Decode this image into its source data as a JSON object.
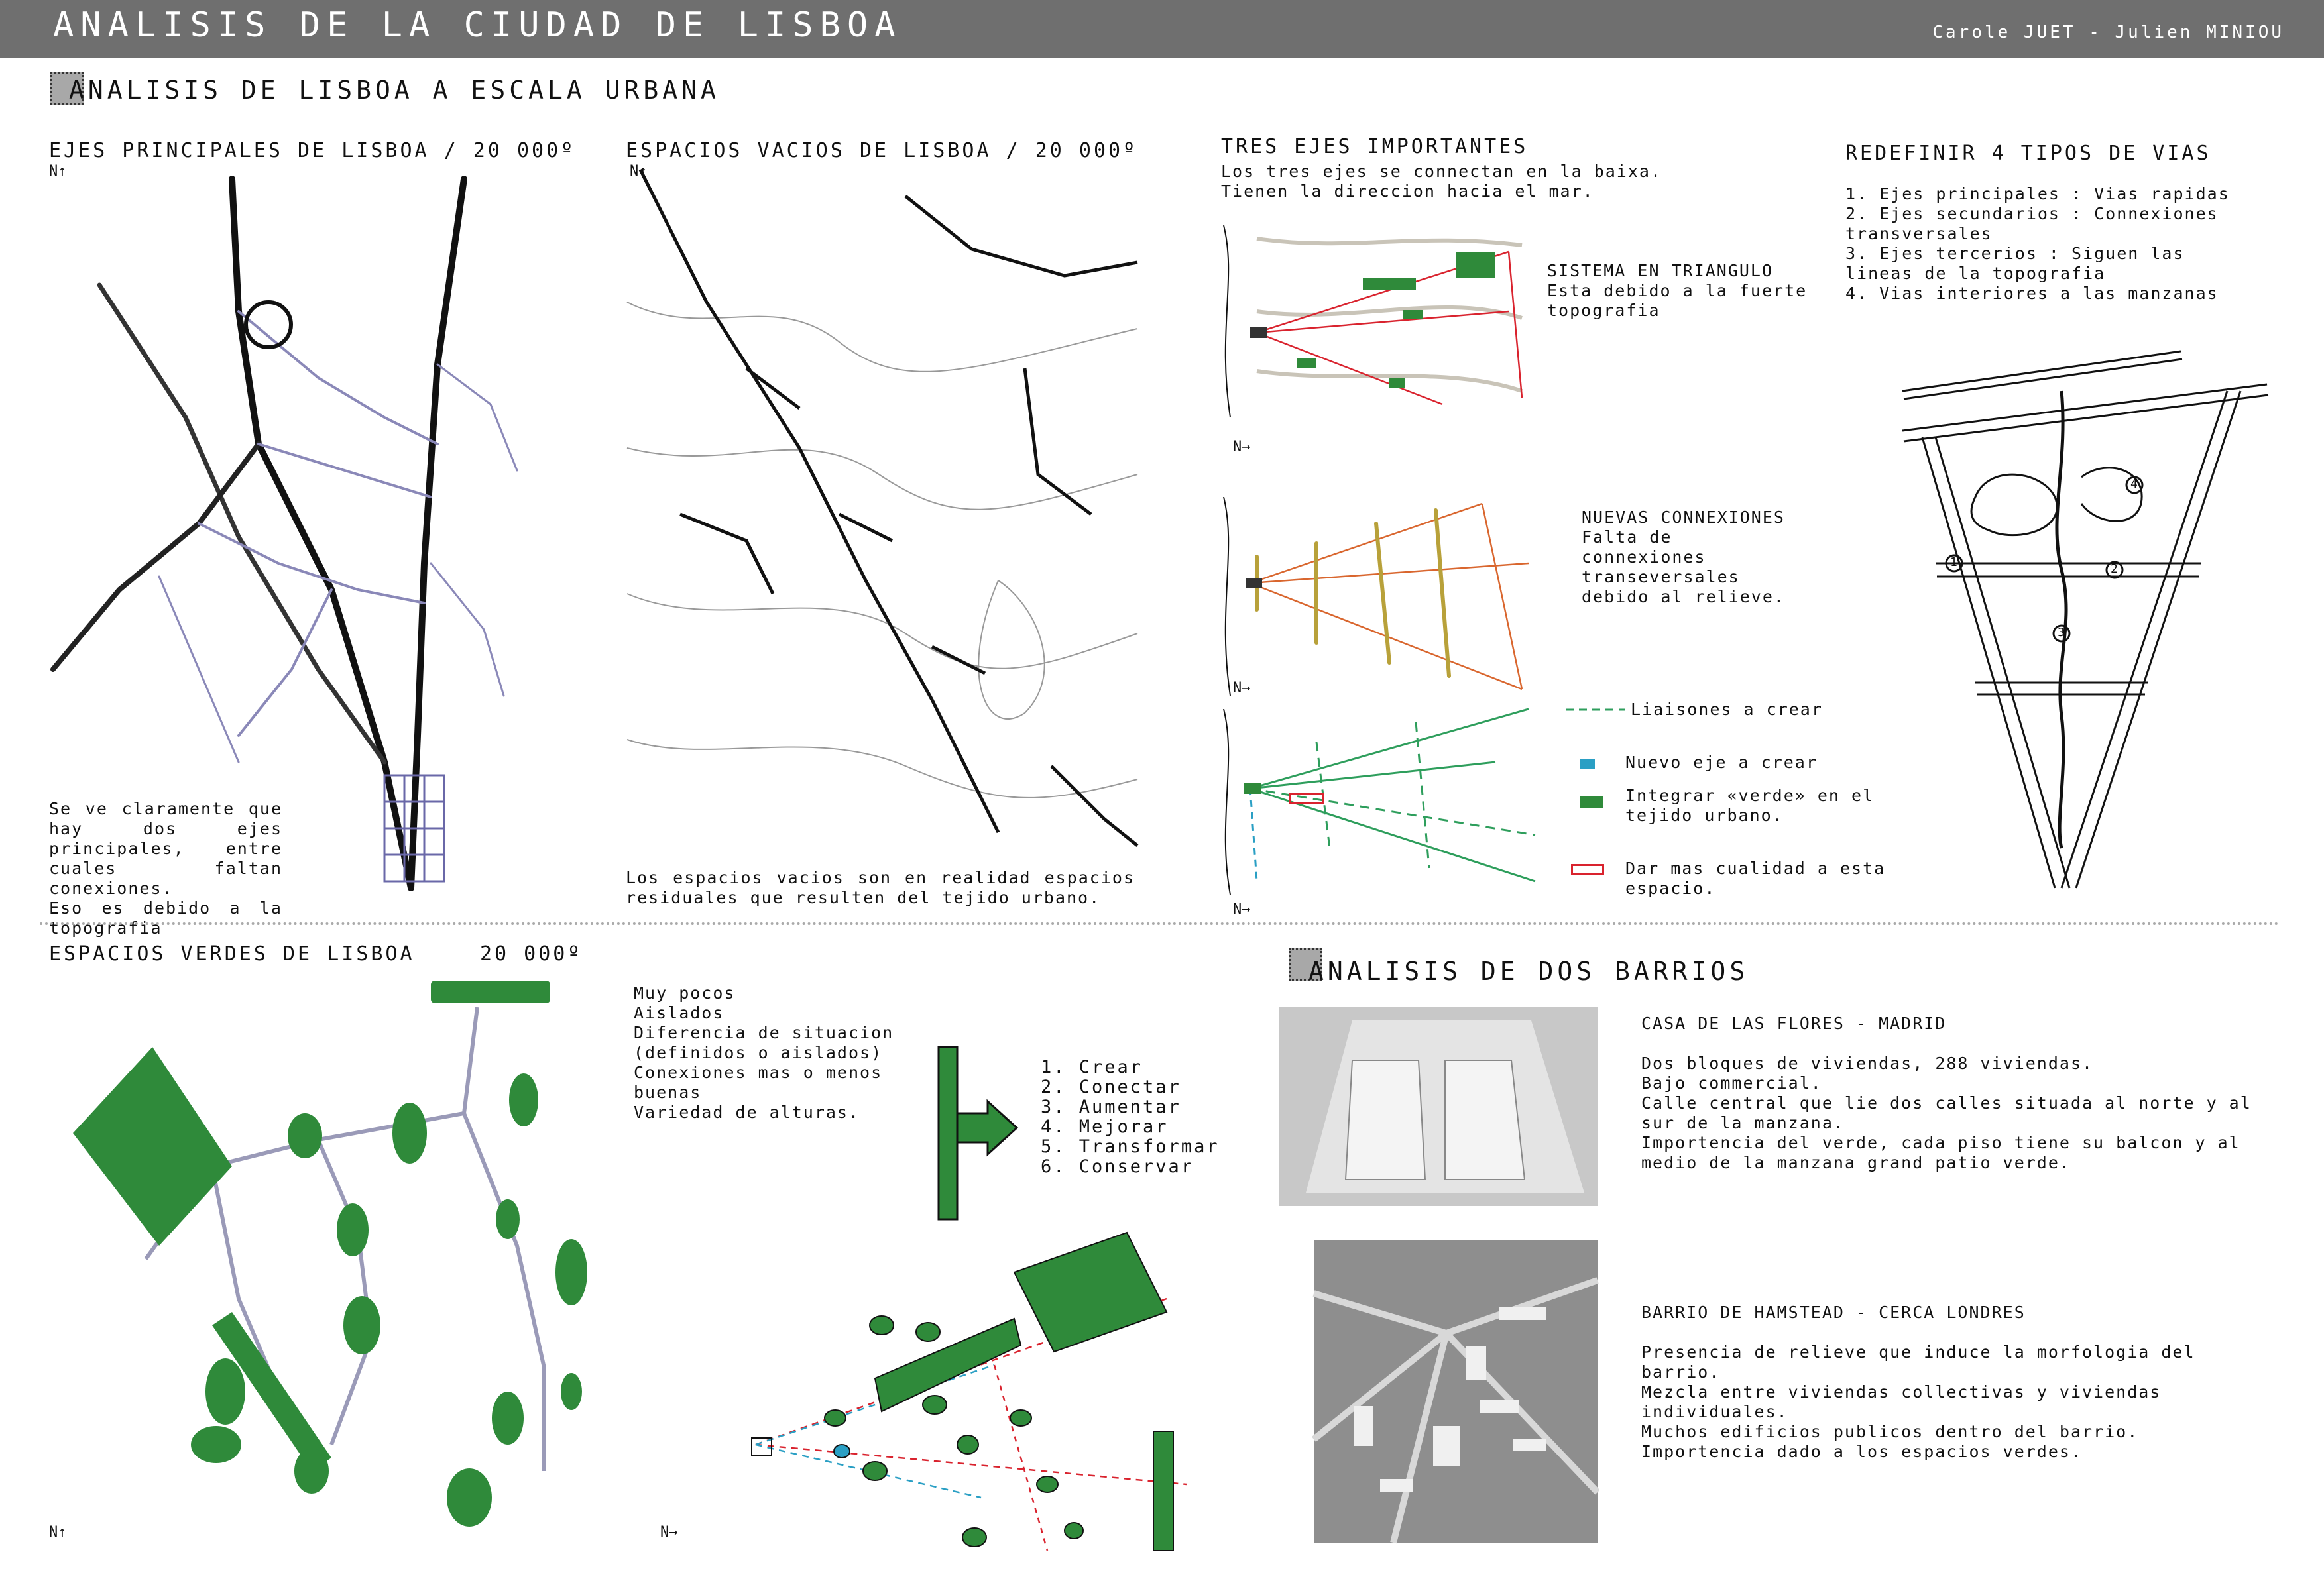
{
  "header": {
    "title": "ANALISIS DE LA CIUDAD DE LISBOA",
    "authors": "Carole JUET - Julien MINIOU"
  },
  "section1": {
    "title": "ANALISIS DE LISBOA A ESCALA URBANA"
  },
  "section2": {
    "title": "ANALISIS DE DOS BARRIOS"
  },
  "north_label": "N",
  "ejes": {
    "title": "EJES PRINCIPALES DE LISBOA / 20 000º",
    "text": "Se ve claramente que hay dos ejes principales, entre cuales faltan conexiones.\nEso es debido a la topografia"
  },
  "vacios": {
    "title": "ESPACIOS VACIOS DE LISBOA / 20 000º",
    "text": "Los espacios vacios son en realidad espacios residuales que resulten del tejido urbano."
  },
  "tres": {
    "title": "TRES EJES IMPORTANTES",
    "text": "Los tres ejes se connectan en la baixa.\nTienen la direccion hacia el mar.",
    "sistema": "SISTEMA EN TRIANGULO",
    "sistema_text": "Esta debido a la fuerte topografia",
    "nuevas": "NUEVAS CONNEXIONES",
    "nuevas_text": "Falta de connexiones transeversales debido al relieve.",
    "legend": [
      {
        "label": "Liaisones a crear",
        "color": "#2e9e5c"
      },
      {
        "label": "Nuevo eje a crear",
        "color": "#2a9fc4"
      },
      {
        "label": "Integrar «verde» en el tejido urbano.",
        "color": "#2f8a3a"
      },
      {
        "label": "Dar mas cualidad a esta espacio.",
        "color": "#d9232e"
      }
    ]
  },
  "vias": {
    "title": "REDEFINIR 4 TIPOS DE VIAS",
    "text": "1. Ejes principales : Vias rapidas\n2. Ejes secundarios : Connexiones transversales\n3. Ejes tercerios : Siguen las lineas de la topografia\n4. Vias interiores a las manzanas",
    "markers": [
      "1",
      "2",
      "3",
      "4"
    ]
  },
  "verdes": {
    "title": "ESPACIOS VERDES DE LISBOA",
    "scale": "20 000º",
    "text": "Muy pocos\nAislados\nDiferencia de situacion (definidos o aislados)\nConexiones mas o menos buenas\nVariedad de alturas.",
    "actions": [
      "1. Crear",
      "2. Conectar",
      "3. Aumentar",
      "4. Mejorar",
      "5. Transformar",
      "6. Conservar"
    ]
  },
  "barrios": {
    "casa_title": "CASA DE LAS FLORES - MADRID",
    "casa_text": "Dos bloques de viviendas, 288 viviendas.\nBajo commercial.\nCalle central que lie dos calles situada al norte y al sur de la manzana.\nImportencia del verde, cada piso tiene su balcon y al medio de la manzana grand patio verde.",
    "hamstead_title": "BARRIO DE HAMSTEAD - CERCA LONDRES",
    "hamstead_text": "Presencia de relieve que induce la morfologia del barrio.\nMezcla entre viviendas collectivas y viviendas individuales.\nMuchos edificios publicos dentro del barrio.\nImportencia dado a los espacios verdes."
  },
  "colors": {
    "header": "#6f6f6f",
    "green": "#2f8a3a",
    "red": "#d9232e",
    "orange": "#d9662e",
    "olive": "#b8a13a"
  }
}
